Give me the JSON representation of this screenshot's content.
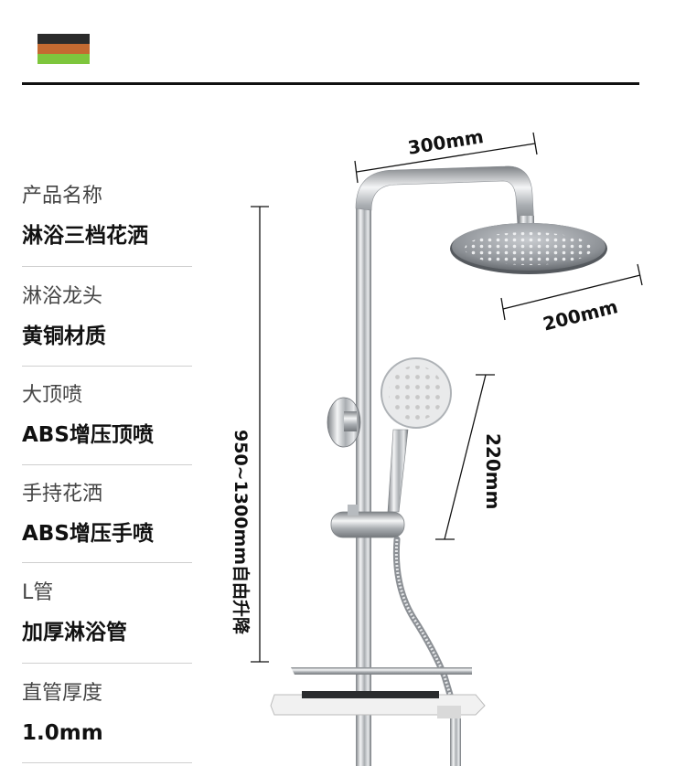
{
  "flag_colors": [
    "#2b2b2b",
    "#c46a31",
    "#7ec63d"
  ],
  "specs": [
    {
      "label": "产品名称",
      "value": "淋浴三档花洒"
    },
    {
      "label": "淋浴龙头",
      "value": "黄铜材质"
    },
    {
      "label": "大顶喷",
      "value": "ABS增压顶喷"
    },
    {
      "label": "手持花洒",
      "value": "ABS增压手喷"
    },
    {
      "label": "L管",
      "value": "加厚淋浴管"
    },
    {
      "label": "直管厚度",
      "value": "1.0mm"
    }
  ],
  "dimensions": {
    "arm_width": "300mm",
    "head_diameter": "200mm",
    "handheld_length": "220mm",
    "height_range": "950~1300mm自由升降"
  }
}
